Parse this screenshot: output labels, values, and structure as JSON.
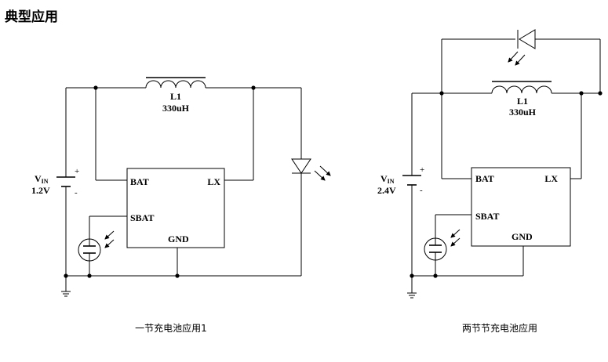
{
  "heading": "典型应用",
  "left_circuit": {
    "caption": "一节充电池应用1",
    "inductor_name": "L1",
    "inductor_value": "330uH",
    "pin_bat": "BAT",
    "pin_lx": "LX",
    "pin_sbat": "SBAT",
    "pin_gnd": "GND",
    "vin_main": "V",
    "vin_sub": "IN",
    "vin_value": "1.2V",
    "plus": "+",
    "minus": "-"
  },
  "right_circuit": {
    "caption": "两节节充电池应用",
    "inductor_name": "L1",
    "inductor_value": "330uH",
    "pin_bat": "BAT",
    "pin_lx": "LX",
    "pin_sbat": "SBAT",
    "pin_gnd": "GND",
    "vin_main": "V",
    "vin_sub": "IN",
    "vin_value": "2.4V",
    "plus": "+",
    "minus": "-"
  }
}
